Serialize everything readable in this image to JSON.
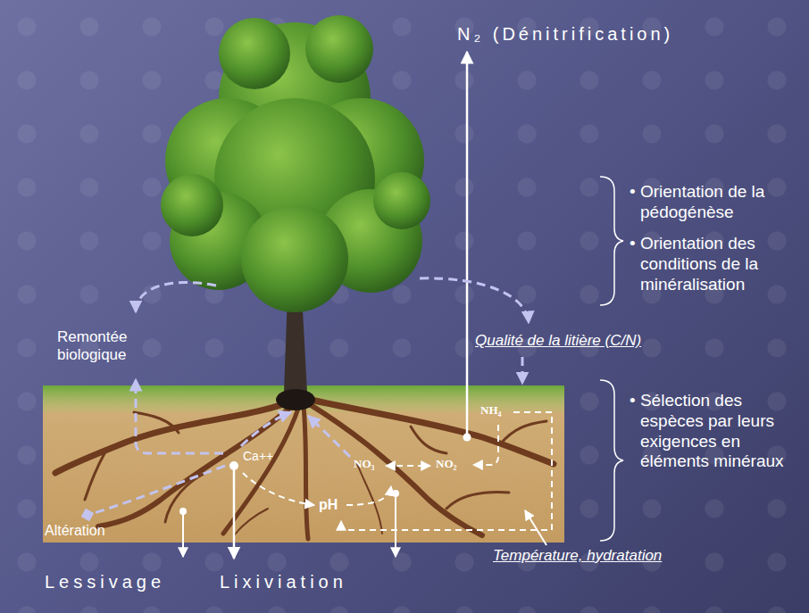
{
  "diagram": {
    "labels": [
      "N₂ (Dénitrification)",
      "• Orientation de la pédogénèse",
      "• Orientation des conditions de la minéralisation",
      "Remontée biologique",
      "Qualité de la litière (C/N)",
      "NH₄",
      "Ca++",
      "NO₃",
      "NO₂",
      "pH",
      "• Sélection des espèces par leurs exigences en éléments minéraux",
      "Altération",
      "Température, hydratation",
      "Lessivage",
      "Lixiviation"
    ]
  }
}
